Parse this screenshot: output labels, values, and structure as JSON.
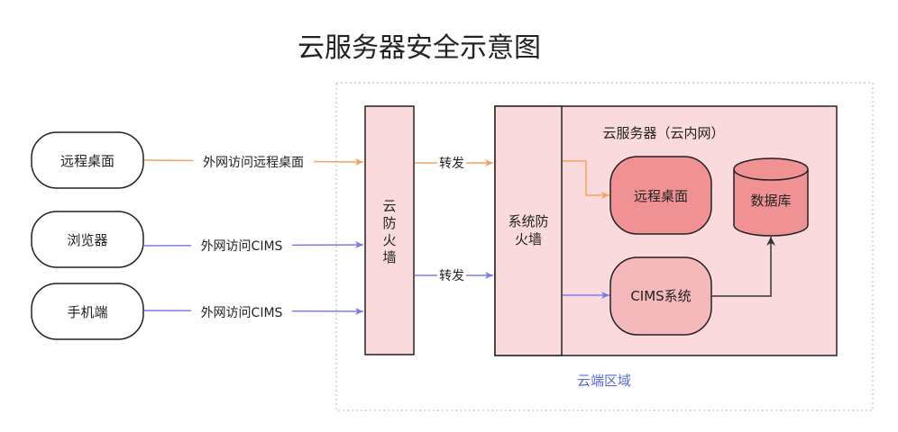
{
  "title": "云服务器安全示意图",
  "clients": [
    {
      "id": "remote-desktop-client",
      "label": "远程桌面"
    },
    {
      "id": "browser-client",
      "label": "浏览器"
    },
    {
      "id": "mobile-client",
      "label": "手机端"
    }
  ],
  "edge_labels": {
    "client_remote": "外网访问远程桌面",
    "client_browser": "外网访问CIMS",
    "client_mobile": "外网访问CIMS",
    "forward_top": "转发",
    "forward_bottom": "转发"
  },
  "cloud_firewall": {
    "chars": [
      "云",
      "防",
      "火",
      "墙"
    ]
  },
  "system_firewall": {
    "lines": [
      "系统防",
      "火墙"
    ]
  },
  "cloud_server": {
    "label": "云服务器（云内网）",
    "remote_desktop": "远程桌面",
    "database": "数据库",
    "cims": "CIMS系统"
  },
  "cloud_zone_label": "云端区域",
  "colors": {
    "orange_arrow": "#f5a25d",
    "blue_arrow": "#7b7bf0",
    "dark_arrow": "#333333",
    "light_pink_fill": "#fadadc",
    "node_red_fill": "#f09294",
    "cims_fill": "#f5b9bb",
    "zone_border": "#c9c9e8",
    "zone_label": "#5a6ad8"
  }
}
